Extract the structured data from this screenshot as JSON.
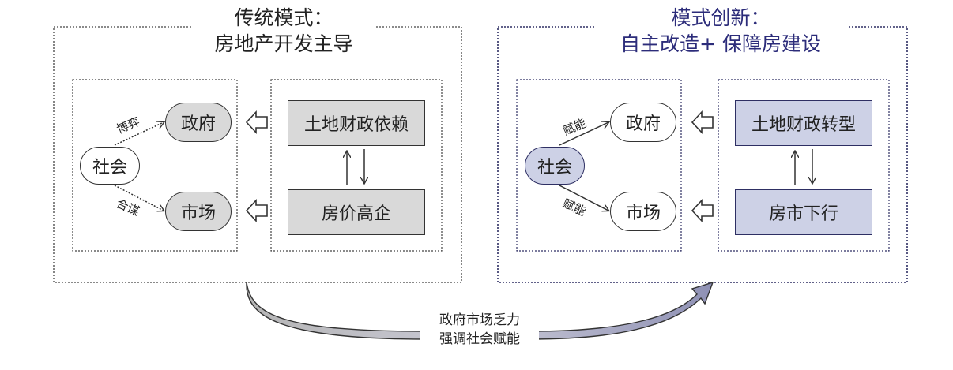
{
  "left_panel": {
    "title_line1": "传统模式：",
    "title_line2": "房地产开发主导",
    "nodes": {
      "government": "政府",
      "society": "社会",
      "market": "市场",
      "land_finance": "土地财政依赖",
      "housing_price": "房价高企"
    },
    "edges": {
      "game": "博弈",
      "collusion": "合谋"
    }
  },
  "right_panel": {
    "title_line1": "模式创新：",
    "title_line2": "自主改造+ 保障房建设",
    "nodes": {
      "government": "政府",
      "society": "社会",
      "market": "市场",
      "land_finance": "土地财政转型",
      "housing_market": "房市下行"
    },
    "edges": {
      "empower_top": "赋能",
      "empower_bottom": "赋能"
    }
  },
  "transition": {
    "line1": "政府市场乏力",
    "line2": "强调社会赋能"
  },
  "colors": {
    "gray_fill": "#d9d9d9",
    "blue_fill": "#cdd1e6",
    "navy": "#2e2f63"
  }
}
